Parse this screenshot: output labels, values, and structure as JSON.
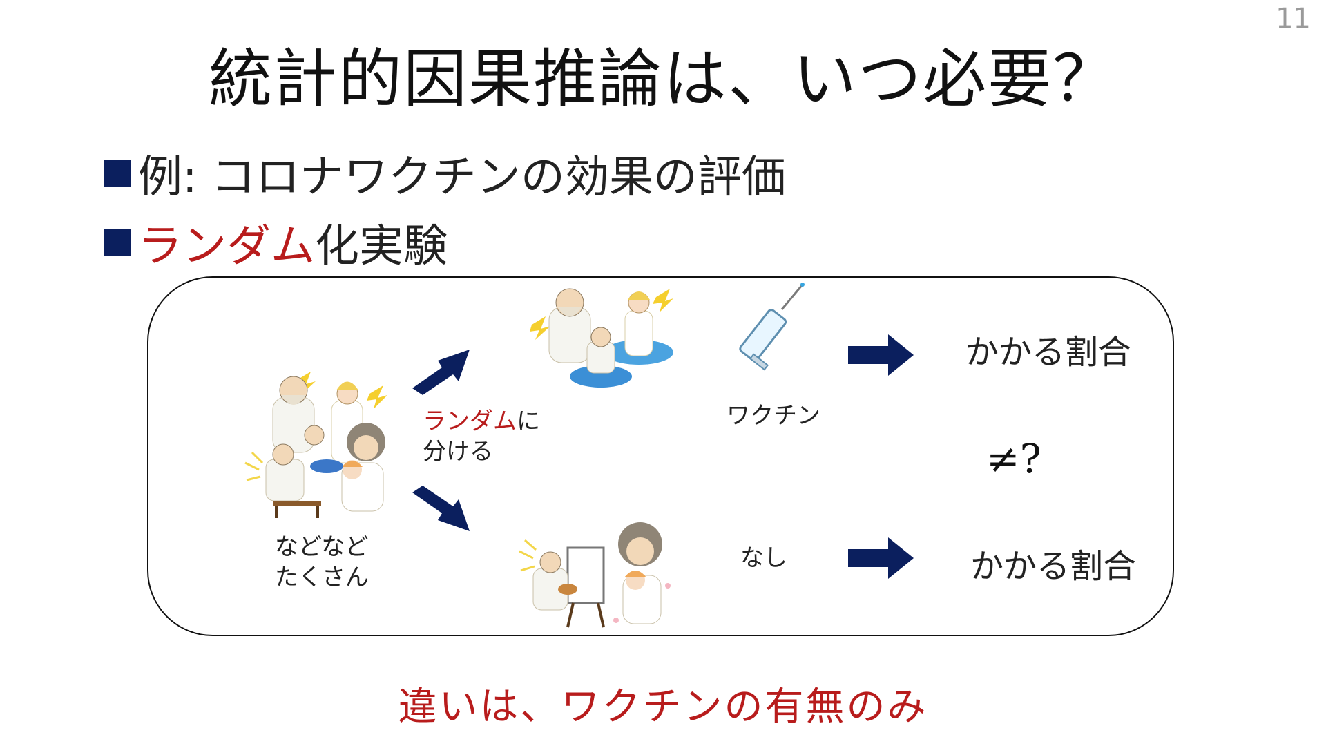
{
  "slide": {
    "number": "11",
    "title": "統計的因果推論は、いつ必要？"
  },
  "bullets": [
    {
      "text": "例: コロナワクチンの効果の評価"
    },
    {
      "highlight": "ランダム",
      "text": "化実験"
    }
  ],
  "diagram": {
    "population_label_line1": "などなど",
    "population_label_line2": "たくさん",
    "split_label_highlight": "ランダム",
    "split_label_suffix": "に",
    "split_label_line2": "分ける",
    "treatment_label": "ワクチン",
    "control_label": "なし",
    "treatment_outcome": "かかる割合",
    "control_outcome": "かかる割合",
    "comparison": "≠?"
  },
  "footer": {
    "text": "違いは、ワクチンの有無のみ"
  },
  "colors": {
    "accent_red": "#b81c1c",
    "arrow_navy": "#0b1f5e"
  }
}
